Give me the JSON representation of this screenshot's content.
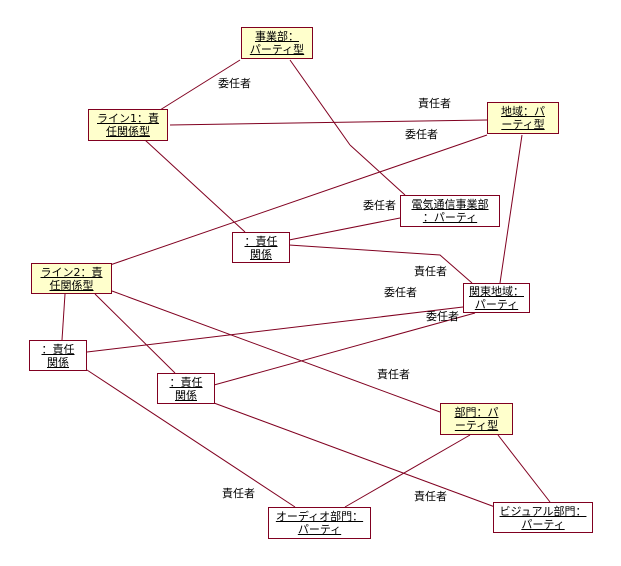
{
  "diagram": {
    "line_color": "#800020",
    "type_fill": "#ffffcc",
    "instance_fill": "#ffffff",
    "nodes": {
      "jigyobu": [
        "事業部：",
        "パーティ型"
      ],
      "line1": [
        "ライン1：責",
        "任関係型"
      ],
      "chiiki": [
        "地域：パ",
        "ーティ型"
      ],
      "denki": [
        "電気通信事業部",
        "：パーティ"
      ],
      "sekinin_a": [
        "：責任",
        "関係"
      ],
      "line2": [
        "ライン2：責",
        "任関係型"
      ],
      "kanto": [
        "関東地域：",
        "パーティ"
      ],
      "sekinin_b": [
        "：責任",
        "関係"
      ],
      "sekinin_c": [
        "：責任",
        "関係"
      ],
      "bumon": [
        "部門：パ",
        "ーティ型"
      ],
      "audio": [
        "オーディオ部門：",
        "パーティ"
      ],
      "visual": [
        "ビジュアル部門：",
        "パーティ"
      ]
    },
    "labels": {
      "itaku_1": "委任者",
      "sekinin_1": "責任者",
      "itaku_2": "委任者",
      "itaku_3": "委任者",
      "sekinin_2": "責任者",
      "itaku_4": "委任者",
      "itaku_5": "委任者",
      "sekinin_3": "責任者",
      "sekinin_4": "責任者",
      "sekinin_5": "責任者"
    }
  }
}
